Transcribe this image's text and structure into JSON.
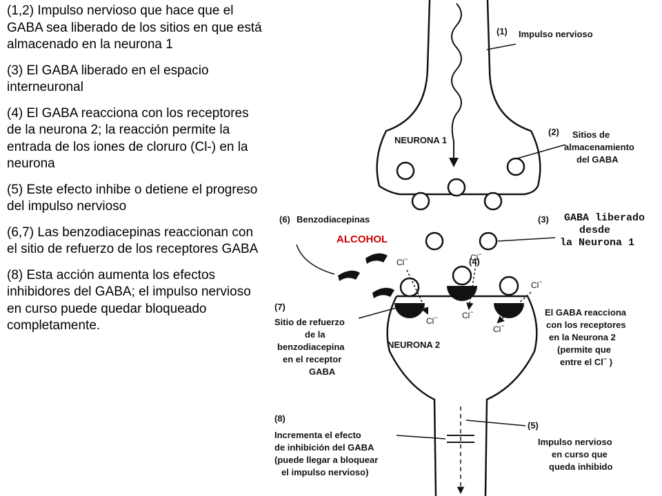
{
  "text_panel": {
    "p1": "(1,2) Impulso nervioso que hace que el GABA sea liberado de los sitios en que está almacenado en la neurona 1",
    "p2": "(3) El GABA liberado en el espacio interneuronal",
    "p3": "(4) El GABA reacciona con los receptores de la neurona 2; la reacción permite la entrada de los iones de cloruro (Cl-) en la neurona",
    "p4": "(5) Este efecto inhibe o detiene el progreso del impulso nervioso",
    "p5": "(6,7) Las benzodiacepinas reaccionan con el sitio de refuerzo de los receptores GABA",
    "p6": "(8) Esta acción aumenta los efectos inhibidores del GABA; el impulso nervioso en curso puede quedar bloqueado completamente."
  },
  "diagram": {
    "neuron1": "NEURONA 1",
    "neuron2": "NEURONA 2",
    "alcohol": "ALCOHOL",
    "chloride": "Cl",
    "ion_charge": "−",
    "labels": {
      "n1": "(1)",
      "l1": "Impulso nervioso",
      "n2": "(2)",
      "l2a": "Sitios de",
      "l2b": "almacenamiento",
      "l2c": "del GABA",
      "n3": "(3)",
      "l3a": "GABA liberado",
      "l3b": "desde",
      "l3c": "la Neurona 1",
      "n4": "(4)",
      "l4a": "El GABA reacciona",
      "l4b": "con los receptores",
      "l4c": "en la Neurona 2",
      "l4d": "(permite que",
      "l4e": "entre el Cl",
      "l4f": " )",
      "n6": "(6)",
      "l6": "Benzodiacepinas",
      "n7": "(7)",
      "l7a": "Sitio de refuerzo",
      "l7b": "de la",
      "l7c": "benzodiacepina",
      "l7d": "en el receptor",
      "l7e": "GABA",
      "n8": "(8)",
      "l8a": "Incrementa el efecto",
      "l8b": "de inhibición del GABA",
      "l8c": "(puede llegar a bloquear",
      "l8d": "el impulso nervioso)",
      "n5": "(5)",
      "l5a": "Impulso nervioso",
      "l5b": "en curso que",
      "l5c": "queda inhibido"
    }
  },
  "colors": {
    "alcohol": "#cc0000",
    "ink": "#111111"
  }
}
